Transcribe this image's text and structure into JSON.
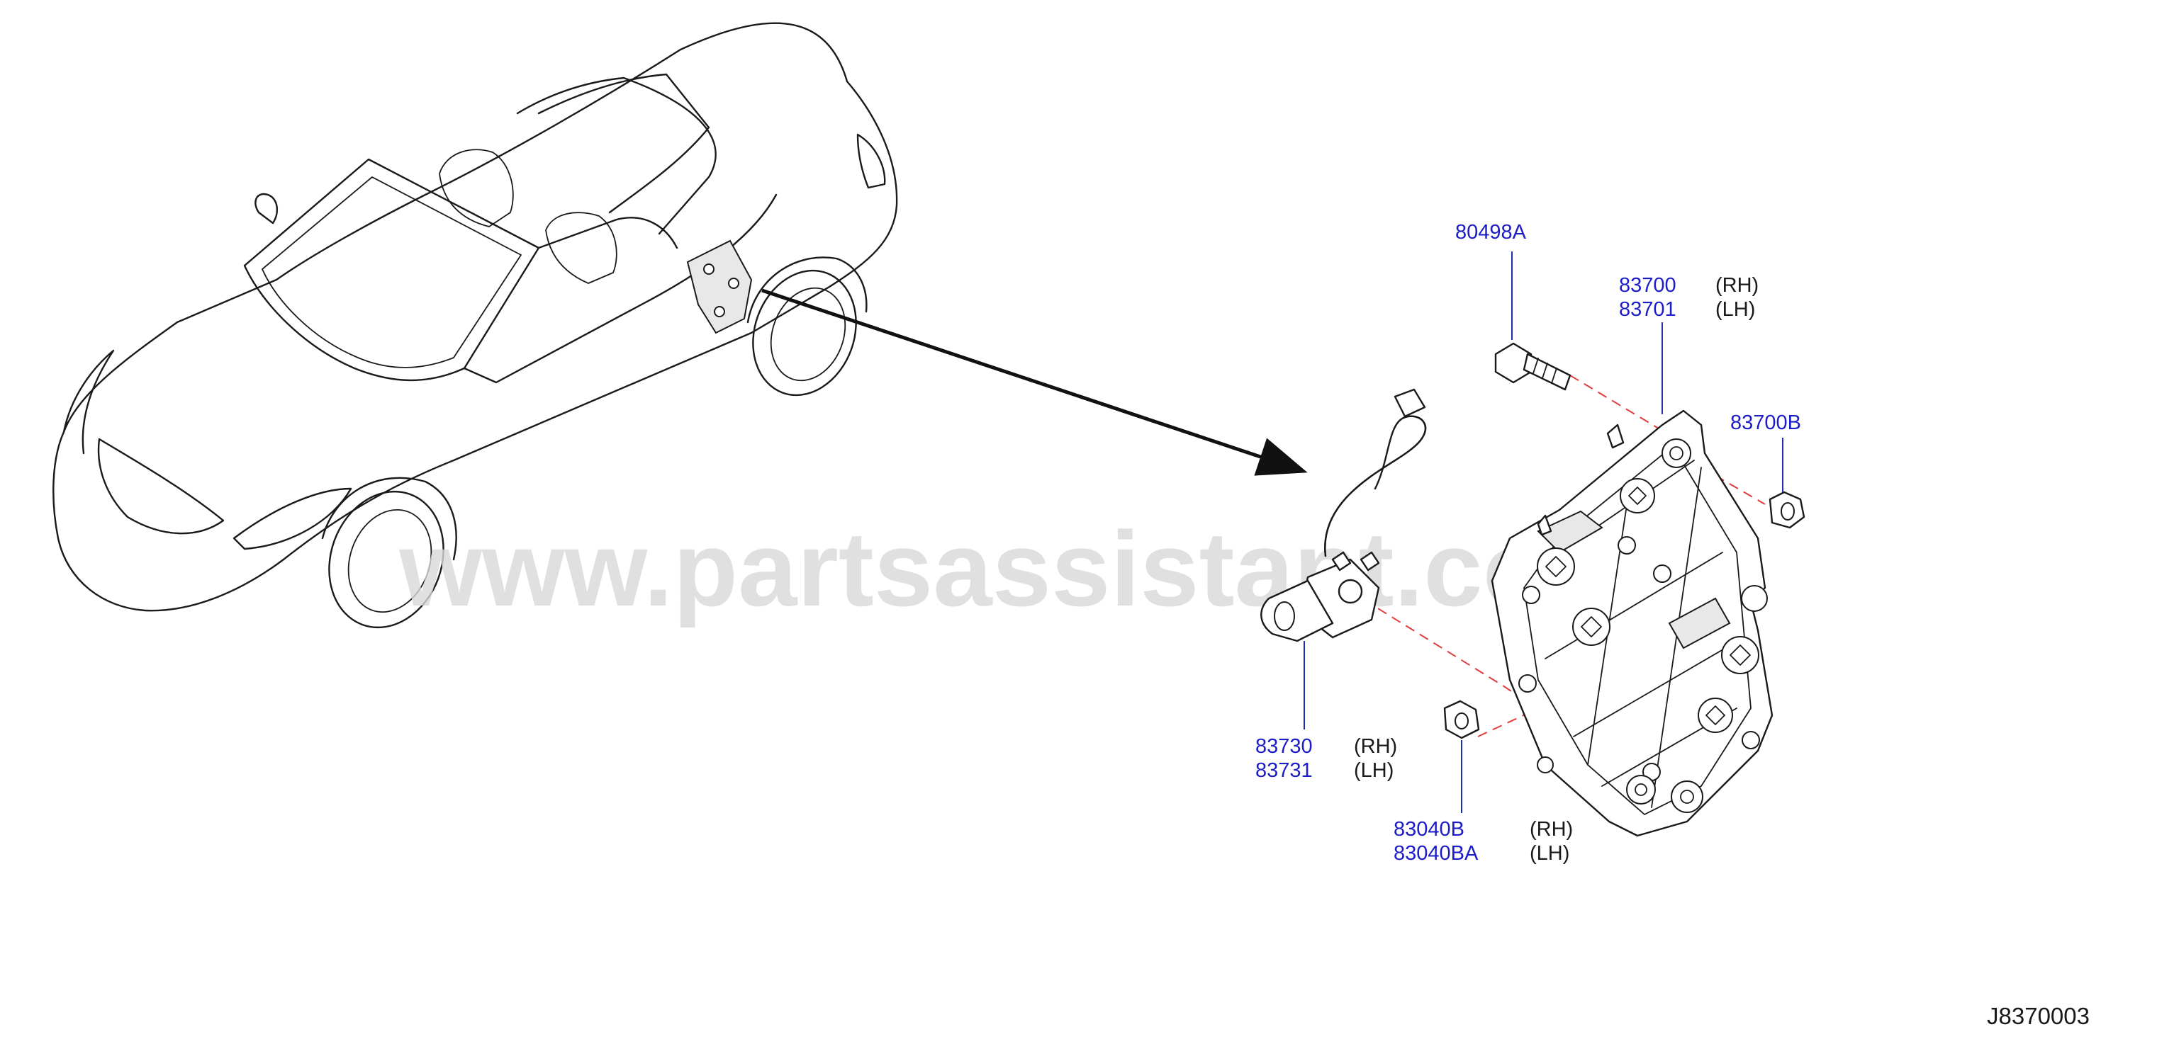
{
  "watermark": "www.partsassistant.com",
  "diagram_code": "J8370003",
  "callouts": {
    "bolt": {
      "part": "80498A"
    },
    "regulator": {
      "part_rh": "83700",
      "side_rh": "(RH)",
      "part_lh": "83701",
      "side_lh": "(LH)"
    },
    "nut": {
      "part": "83700B"
    },
    "motor": {
      "part_rh": "83730",
      "side_rh": "(RH)",
      "part_lh": "83731",
      "side_lh": "(LH)"
    },
    "grommet": {
      "part_rh": "83040B",
      "side_rh": "(RH)",
      "part_lh": "83040BA",
      "side_lh": "(LH)"
    }
  },
  "colors": {
    "part_number": "#1c1cc8",
    "leader": "#1c2fa8",
    "assembly_line": "#e23b3b",
    "watermark": "#d9d9d9"
  }
}
